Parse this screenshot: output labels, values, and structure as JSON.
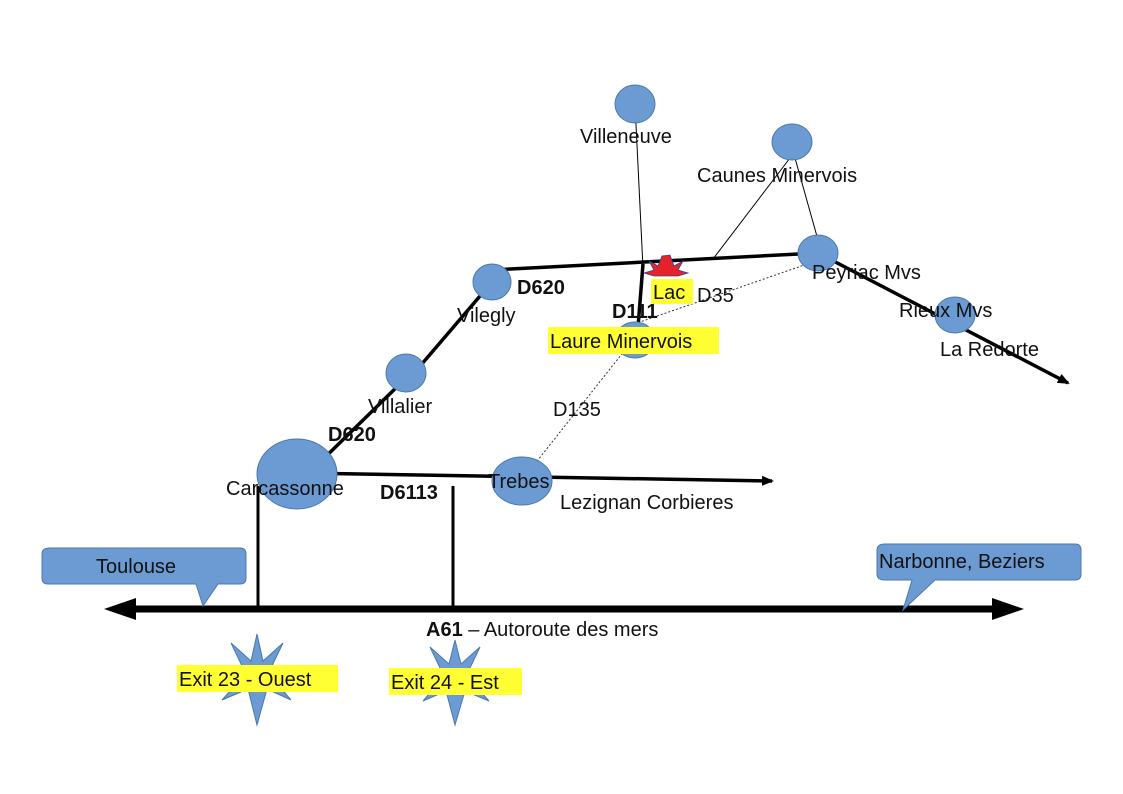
{
  "colors": {
    "node_fill": "#6b9bd2",
    "node_stroke": "#4a79ad",
    "highlight": "#ffff33",
    "road": "#000000",
    "lake_burst": "#e8202a"
  },
  "towns": {
    "villeneuve": "Villeneuve",
    "caunes": "Caunes Minervois",
    "peyriac": "Peyriac Mvs",
    "rieux": "Rieux Mvs",
    "la_redorte": "La Redorte",
    "vilegly": "Vilegly",
    "laure": "Laure Minervois",
    "lac": "Lac",
    "villalier": "Villalier",
    "carcassonne": "Carcassonne",
    "trebes": "Trebes",
    "lezignan": "Lezignan Corbieres"
  },
  "roads": {
    "d620_north": "D620",
    "d620_south": "D620",
    "d111": "D111",
    "d35": "D35",
    "d135": "D135",
    "d6113": "D6113"
  },
  "callouts": {
    "toulouse": "Toulouse",
    "narbonne": "Narbonne, Beziers"
  },
  "motorway": {
    "name": "A61",
    "description": " – Autoroute des mers"
  },
  "exits": {
    "exit23": "Exit 23 - Ouest",
    "exit24": "Exit 24 - Est"
  }
}
